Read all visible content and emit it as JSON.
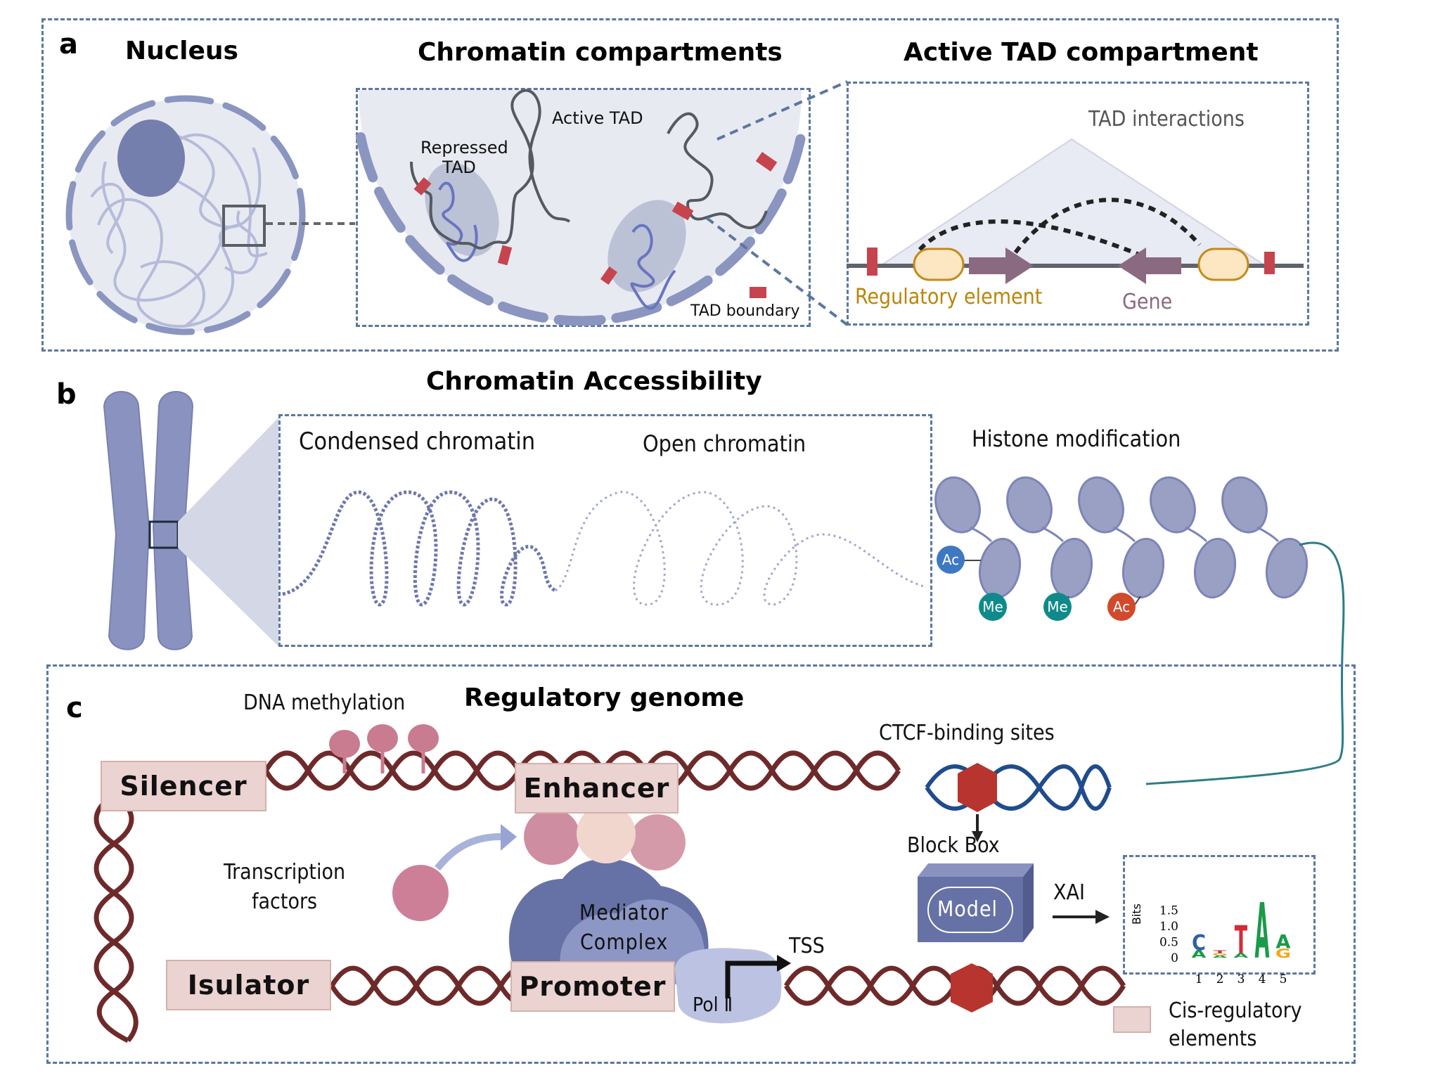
{
  "panel_a": {
    "letter": "a",
    "nucleus_title": "Nucleus",
    "compartments_title": "Chromatin compartments",
    "active_tad_title": "Active TAD compartment",
    "repressed_tad_label": "Repressed TAD",
    "active_tad_label": "Active TAD",
    "tad_boundary_legend": "TAD boundary",
    "tad_interactions_label": "TAD interactions",
    "regulatory_element_label": "Regulatory element",
    "gene_label": "Gene",
    "colors": {
      "nucleus_fill": "#e8eaf2",
      "envelope": "#8a95c0",
      "nucleolus": "#757fae",
      "tad_boundary": "#c5444e",
      "regulatory_element": "#fde7c2",
      "regulatory_text": "#b8860b",
      "gene": "#8a6a80",
      "gene_text": "#8a6a80"
    }
  },
  "panel_b": {
    "letter": "b",
    "title": "Chromatin Accessibility",
    "condensed_label": "Condensed chromatin",
    "open_label": "Open chromatin",
    "histone_label": "Histone modification",
    "modifications": [
      {
        "label": "Ac",
        "type": "acetylation",
        "color": "#3f78c2"
      },
      {
        "label": "Me",
        "type": "methylation",
        "color": "#0f8a8a"
      },
      {
        "label": "Me",
        "type": "methylation",
        "color": "#0f8a8a"
      },
      {
        "label": "Ac",
        "type": "acetylation",
        "color": "#d04a2c"
      }
    ],
    "colors": {
      "chromosome": "#8a92c0",
      "nucleosome": "#9aa0c4",
      "linker_dna": "#2a7d86"
    }
  },
  "panel_c": {
    "letter": "c",
    "title": "Regulatory genome",
    "dna_methylation_label": "DNA methylation",
    "ctcf_label": "CTCF-binding sites",
    "elements": {
      "silencer": "Silencer",
      "enhancer": "Enhancer",
      "insulator": "Isulator",
      "promoter": "Promoter"
    },
    "transcription_factors_label": [
      "Transcription",
      "factors"
    ],
    "mediator_label": [
      "Mediator",
      "Complex"
    ],
    "pol_label": "Pol Ⅱ",
    "tss_label": "TSS",
    "blackbox_label": "Block Box",
    "model_label": "Model",
    "xai_label": "XAI",
    "legend_label": [
      "Cis-regulatory",
      "elements"
    ],
    "colors": {
      "dna": "#6e2a2a",
      "ctcf": "#b8342e",
      "ctcf_dna": "#1f4c8c",
      "cre_fill": "#ebd3d2",
      "model_box": "#6671a6"
    }
  },
  "chart_data": {
    "type": "sequence-logo",
    "ylabel": "Bits",
    "yticks": [
      "0",
      "0.5",
      "1.0",
      "1.5"
    ],
    "ylim": [
      0,
      2.0
    ],
    "positions": [
      "1",
      "2",
      "3",
      "4",
      "5"
    ],
    "columns": [
      {
        "position": 1,
        "letters": [
          {
            "base": "A",
            "bits": 0.25,
            "color": "#1a9a4a"
          },
          {
            "base": "C",
            "bits": 0.5,
            "color": "#2d5fab"
          }
        ]
      },
      {
        "position": 2,
        "letters": [
          {
            "base": "A",
            "bits": 0.05,
            "color": "#1a9a4a"
          },
          {
            "base": "G",
            "bits": 0.05,
            "color": "#f2a81d"
          },
          {
            "base": "T",
            "bits": 0.1,
            "color": "#d42a3a"
          }
        ]
      },
      {
        "position": 3,
        "letters": [
          {
            "base": "A",
            "bits": 0.15,
            "color": "#1a9a4a"
          },
          {
            "base": "T",
            "bits": 0.9,
            "color": "#d42a3a"
          }
        ]
      },
      {
        "position": 4,
        "letters": [
          {
            "base": "A",
            "bits": 1.8,
            "color": "#1a9a4a"
          }
        ]
      },
      {
        "position": 5,
        "letters": [
          {
            "base": "G",
            "bits": 0.3,
            "color": "#f2a81d"
          },
          {
            "base": "A",
            "bits": 0.45,
            "color": "#1a9a4a"
          }
        ]
      }
    ]
  }
}
